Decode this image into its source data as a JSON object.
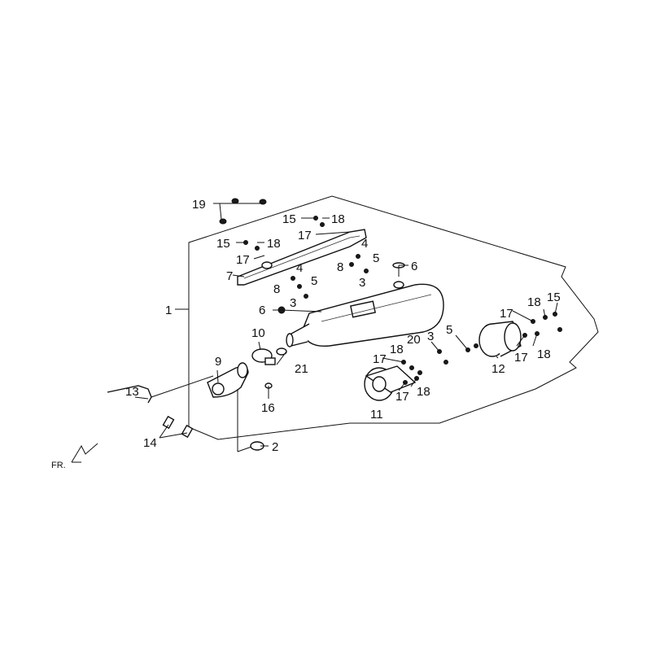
{
  "diagram": {
    "labels": {
      "l1": "1",
      "l2": "2",
      "l3a": "3",
      "l3b": "3",
      "l3c": "3",
      "l4a": "4",
      "l4b": "4",
      "l5a": "5",
      "l5b": "5",
      "l5c": "5",
      "l6a": "6",
      "l6b": "6",
      "l7": "7",
      "l8a": "8",
      "l8b": "8",
      "l9": "9",
      "l10": "10",
      "l11": "11",
      "l12": "12",
      "l13": "13",
      "l14": "14",
      "l15a": "15",
      "l15b": "15",
      "l15c": "15",
      "l16": "16",
      "l17a": "17",
      "l17b": "17",
      "l17c": "17",
      "l17d": "17",
      "l17e": "17",
      "l17f": "17",
      "l18a": "18",
      "l18b": "18",
      "l18c": "18",
      "l18d": "18",
      "l18e": "18",
      "l18f": "18",
      "l19": "19",
      "l20": "20",
      "l21": "21"
    },
    "front_marker": "FR."
  }
}
